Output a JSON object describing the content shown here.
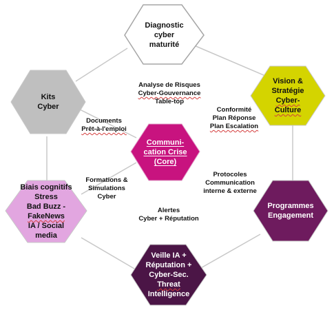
{
  "nodes": {
    "diagnostic": {
      "lines": [
        "Diagnostic",
        "cyber",
        "maturité"
      ],
      "fill": "#ffffff",
      "stroke": "#a6a6a6",
      "text_color": "#111111"
    },
    "vision": {
      "lines": [
        "Vision &",
        "Stratégie",
        "Cyber-",
        "Culture"
      ],
      "fill": "#d4d400",
      "stroke": "#c8c8c8",
      "text_color": "#111111"
    },
    "programmes": {
      "lines": [
        "Programmes",
        "Engagement"
      ],
      "fill": "#6e1b5e",
      "stroke": "#c8c8c8",
      "text_color": "#ffffff"
    },
    "veille": {
      "lines": [
        "Veille IA +",
        "Réputation +",
        "Cyber-Sec.",
        "Threat",
        "Intelligence"
      ],
      "fill": "#4b1546",
      "stroke": "#c8c8c8",
      "text_color": "#ffffff"
    },
    "biais": {
      "lines": [
        "Biais cognitifs",
        "Stress",
        "Bad Buzz -",
        "FakeNews",
        "IA / Social",
        "media"
      ],
      "fill": "#e2a6e0",
      "stroke": "#c8c8c8",
      "text_color": "#111111"
    },
    "kits": {
      "lines": [
        "Kits",
        "Cyber"
      ],
      "fill": "#bfbfbf",
      "stroke": "#c8c8c8",
      "text_color": "#111111"
    },
    "communication": {
      "lines": [
        "Communi-",
        "cation Crise",
        "(Core)"
      ],
      "fill": "#c8137f",
      "stroke": "#e0a0c8",
      "text_color": "#ffffff"
    }
  },
  "annotations": {
    "top": [
      "Analyse de Risques",
      "Cyber-Gouvernance",
      "Table-top"
    ],
    "left_docs": [
      "Documents",
      "Prêt-à-l'emploi"
    ],
    "right_conf": [
      "Conformité",
      "Plan Réponse",
      "Plan Escalation"
    ],
    "left_form": [
      "Formations &",
      "Simulations",
      "Cyber"
    ],
    "right_proto": [
      "Protocoles",
      "Communication",
      "interne & externe"
    ],
    "bottom": [
      "Alertes",
      "Cyber + Réputation"
    ]
  },
  "colors": {
    "connector": "#c8c8c8",
    "annotation_text": "#111111",
    "spellcheck_underline": "#d43c3c"
  }
}
